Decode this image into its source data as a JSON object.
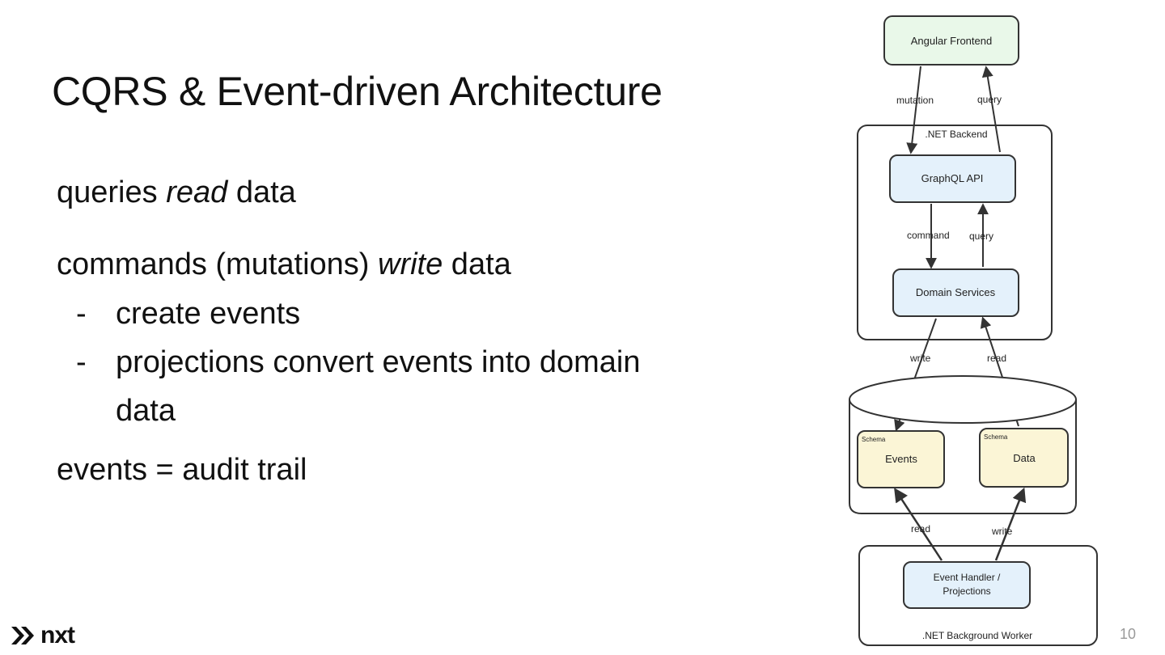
{
  "slide": {
    "title": "CQRS & Event-driven Architecture",
    "page_number": "10",
    "logo_text": "nxt"
  },
  "body": {
    "line1": {
      "pre": "queries ",
      "em": "read",
      "post": " data"
    },
    "line2": {
      "pre": "commands (mutations) ",
      "em": "write",
      "post": " data"
    },
    "bullets": [
      {
        "dash": "-",
        "text": "create events"
      },
      {
        "dash": "-",
        "text": "projections convert events into domain",
        "cont": "data"
      }
    ],
    "line3": "events = audit trail"
  },
  "diagram": {
    "nodes": {
      "frontend": "Angular Frontend",
      "backend_label": ".NET Backend",
      "graphql": "GraphQL API",
      "domain": "Domain Services",
      "events_schema": "Schema",
      "events": "Events",
      "data_schema": "Schema",
      "data": "Data",
      "handler_line1": "Event Handler /",
      "handler_line2": "Projections",
      "worker_label": ".NET Background Worker"
    },
    "edges": {
      "mutation": "mutation",
      "query_top": "query",
      "command": "command",
      "query_mid": "query",
      "write_top": "write",
      "read_top": "read",
      "read_bottom": "read",
      "write_bottom": "write"
    },
    "colors": {
      "frontend_fill": "#e9f8e9",
      "service_fill": "#e4f1fb",
      "store_fill": "#fbf5d6",
      "stroke": "#333333"
    }
  }
}
